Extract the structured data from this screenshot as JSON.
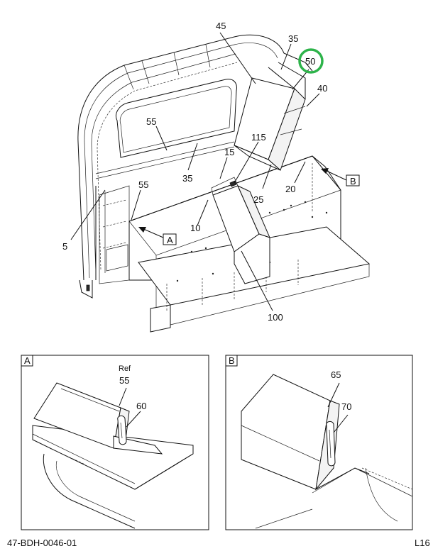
{
  "callouts": {
    "c45": "45",
    "c35_top": "35",
    "c50": "50",
    "c40": "40",
    "c55_a": "55",
    "c115": "115",
    "c15": "15",
    "c35_mid": "35",
    "c55_b": "55",
    "c25": "25",
    "c20": "20",
    "c5": "5",
    "c10": "10",
    "c100": "100"
  },
  "view_tags": {
    "a": "A",
    "b": "B"
  },
  "detail_a": {
    "tag": "A",
    "ref": "Ref",
    "c55": "55",
    "c60": "60"
  },
  "detail_b": {
    "tag": "B",
    "c65": "65",
    "c70": "70"
  },
  "footer": {
    "drawing_id": "47-BDH-0046-01",
    "sheet": "L16"
  },
  "highlight_color": "#2db34a"
}
